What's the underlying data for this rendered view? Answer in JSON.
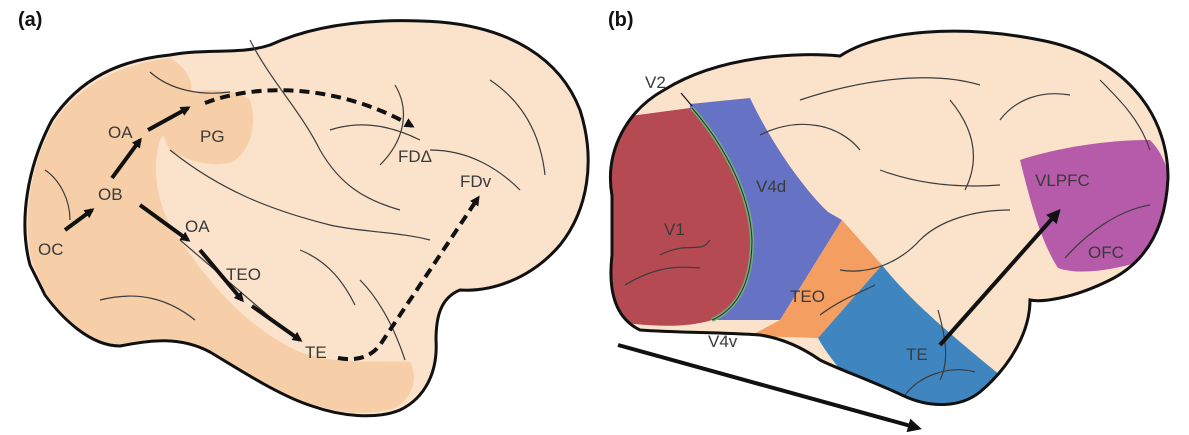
{
  "panel_a": {
    "label": "(a)",
    "areas": {
      "oc": "OC",
      "ob": "OB",
      "oa_dorsal": "OA",
      "pg": "PG",
      "fd_dorsal": "FDΔ",
      "fd_ventral": "FDv",
      "oa_ventral": "OA",
      "teo": "TEO",
      "te": "TE"
    }
  },
  "panel_b": {
    "label": "(b)",
    "areas": {
      "v2": "V2",
      "v1": "V1",
      "v4d": "V4d",
      "v4v": "V4v",
      "teo": "TEO",
      "te": "TE",
      "vlpfc": "VLPFC",
      "ofc": "OFC"
    }
  },
  "colors": {
    "cortex": "#fbe2cb",
    "visual_area_shading": "#f6cfa8",
    "outline": "#111111",
    "v1": "#b54a52",
    "v2_border": "#6fb07a",
    "v4": "#6672c4",
    "teo": "#f59e62",
    "te": "#3f86c0",
    "pfc": "#b65aaa"
  }
}
